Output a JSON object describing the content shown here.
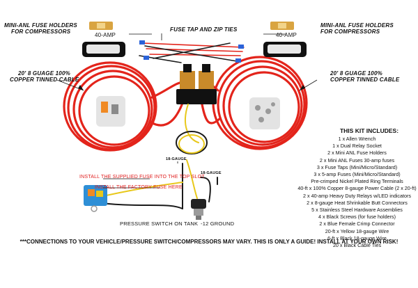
{
  "labels": {
    "fuse_holder_left": [
      "MINI-ANL FUSE HOLDERS",
      "FOR COMPRESSORS"
    ],
    "fuse_holder_right": [
      "MINI-ANL FUSE HOLDERS",
      "FOR COMPRESSORS"
    ],
    "amp_left": "40-AMP",
    "amp_right": "40-AMP",
    "fuse_tap": "FUSE TAP AND ZIP TIES",
    "cable_left": [
      "20' 8 GUAGE 100%",
      "COPPER TINNED CABLE"
    ],
    "cable_right": [
      "20' 8 GUAGE 100%",
      "COPPER TINNED CABLE"
    ],
    "gauge_18_a": "18-GAUGE",
    "gauge_18_b": "18-GAUGE",
    "install_top": "INSTALL THE SUPPLIED FUSE INTO THE TOP SLOT",
    "install_factory": "INSTALL THE FACTORY FUSE HERE",
    "pressure_switch": "PRESSURE SWITCH ON TANK",
    "ground": "-12 GROUND"
  },
  "kit": {
    "title": "THIS KIT INCLUDES:",
    "items": [
      "1 x Allen Wrench",
      "1 x Dual Relay Socket",
      "2 x Mini ANL Fuse Holders",
      "2 x Mini ANL Fuses 30-amp fuses",
      "3 x Fuse Taps (Mini/Micro/Standard)",
      "3 x 5-amp Fuses (Mini/Micro/Standard)",
      "Pre-crimped Nickel Plated Ring Terminals",
      "40-ft x 100% Copper 8-gauge Power Cable (2 x 20-ft)",
      "2 x 40-amp Heavy Duty Relays w/LED indicators",
      "2 x 8-gauge Heat Shrinkable Butt Connectors",
      "5 x Stainless Steel Hardware Assemblies",
      "4 x Black Screws (for fuse holders)",
      "2 x Blue Female Crimp Connector",
      "20-ft x Yellow 18-gauge Wire",
      "6-ft x Black 18-gauge Wire",
      "20 x Black Cable Ties"
    ]
  },
  "disclaimer": "***CONNECTIONS TO YOUR VEHICLE/PRESSURE SWITCH/COMPRESSORS MAY VARY. THIS IS ONLY A GUIDE! INSTALL AT YOUR OWN RISK!",
  "colors": {
    "cable_red": "#e3241b",
    "wire_yellow": "#e8c81a",
    "wire_black": "#1a1a1a",
    "fuse_gold": "#d9a441",
    "fuse_orange": "#f08a24",
    "label_red": "#e01b1b"
  }
}
